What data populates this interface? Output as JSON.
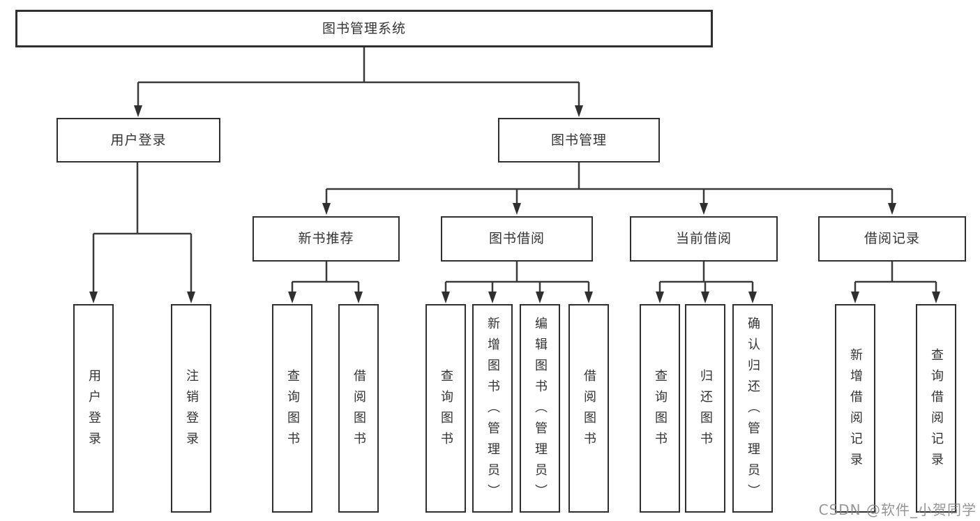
{
  "colors": {
    "box_border": "#2f2f2f",
    "connector_line": "#3a3a3a",
    "text": "#333333",
    "background": "#ffffff",
    "watermark": "#828282"
  },
  "diagram": {
    "root": {
      "label": "图书管理系统"
    },
    "level2": [
      {
        "label": "用户登录"
      },
      {
        "label": "图书管理"
      }
    ],
    "level3": [
      {
        "label": "新书推荐"
      },
      {
        "label": "图书借阅"
      },
      {
        "label": "当前借阅"
      },
      {
        "label": "借阅记录"
      }
    ],
    "leaf_groups": [
      {
        "parent": "用户登录",
        "items": [
          "用户登录",
          "注销登录"
        ]
      },
      {
        "parent": "新书推荐",
        "items": [
          "查询图书",
          "借阅图书"
        ]
      },
      {
        "parent": "图书借阅",
        "items": [
          "查询图书",
          "新增图书（管理员）",
          "编辑图书（管理员）",
          "借阅图书"
        ]
      },
      {
        "parent": "当前借阅",
        "items": [
          "查询图书",
          "归还图书",
          "确认归还（管理员）"
        ]
      },
      {
        "parent": "借阅记录",
        "items": [
          "新增借阅记录",
          "查询借阅记录"
        ]
      }
    ]
  },
  "watermark": {
    "text": "CSDN @软件_小贺同学"
  }
}
